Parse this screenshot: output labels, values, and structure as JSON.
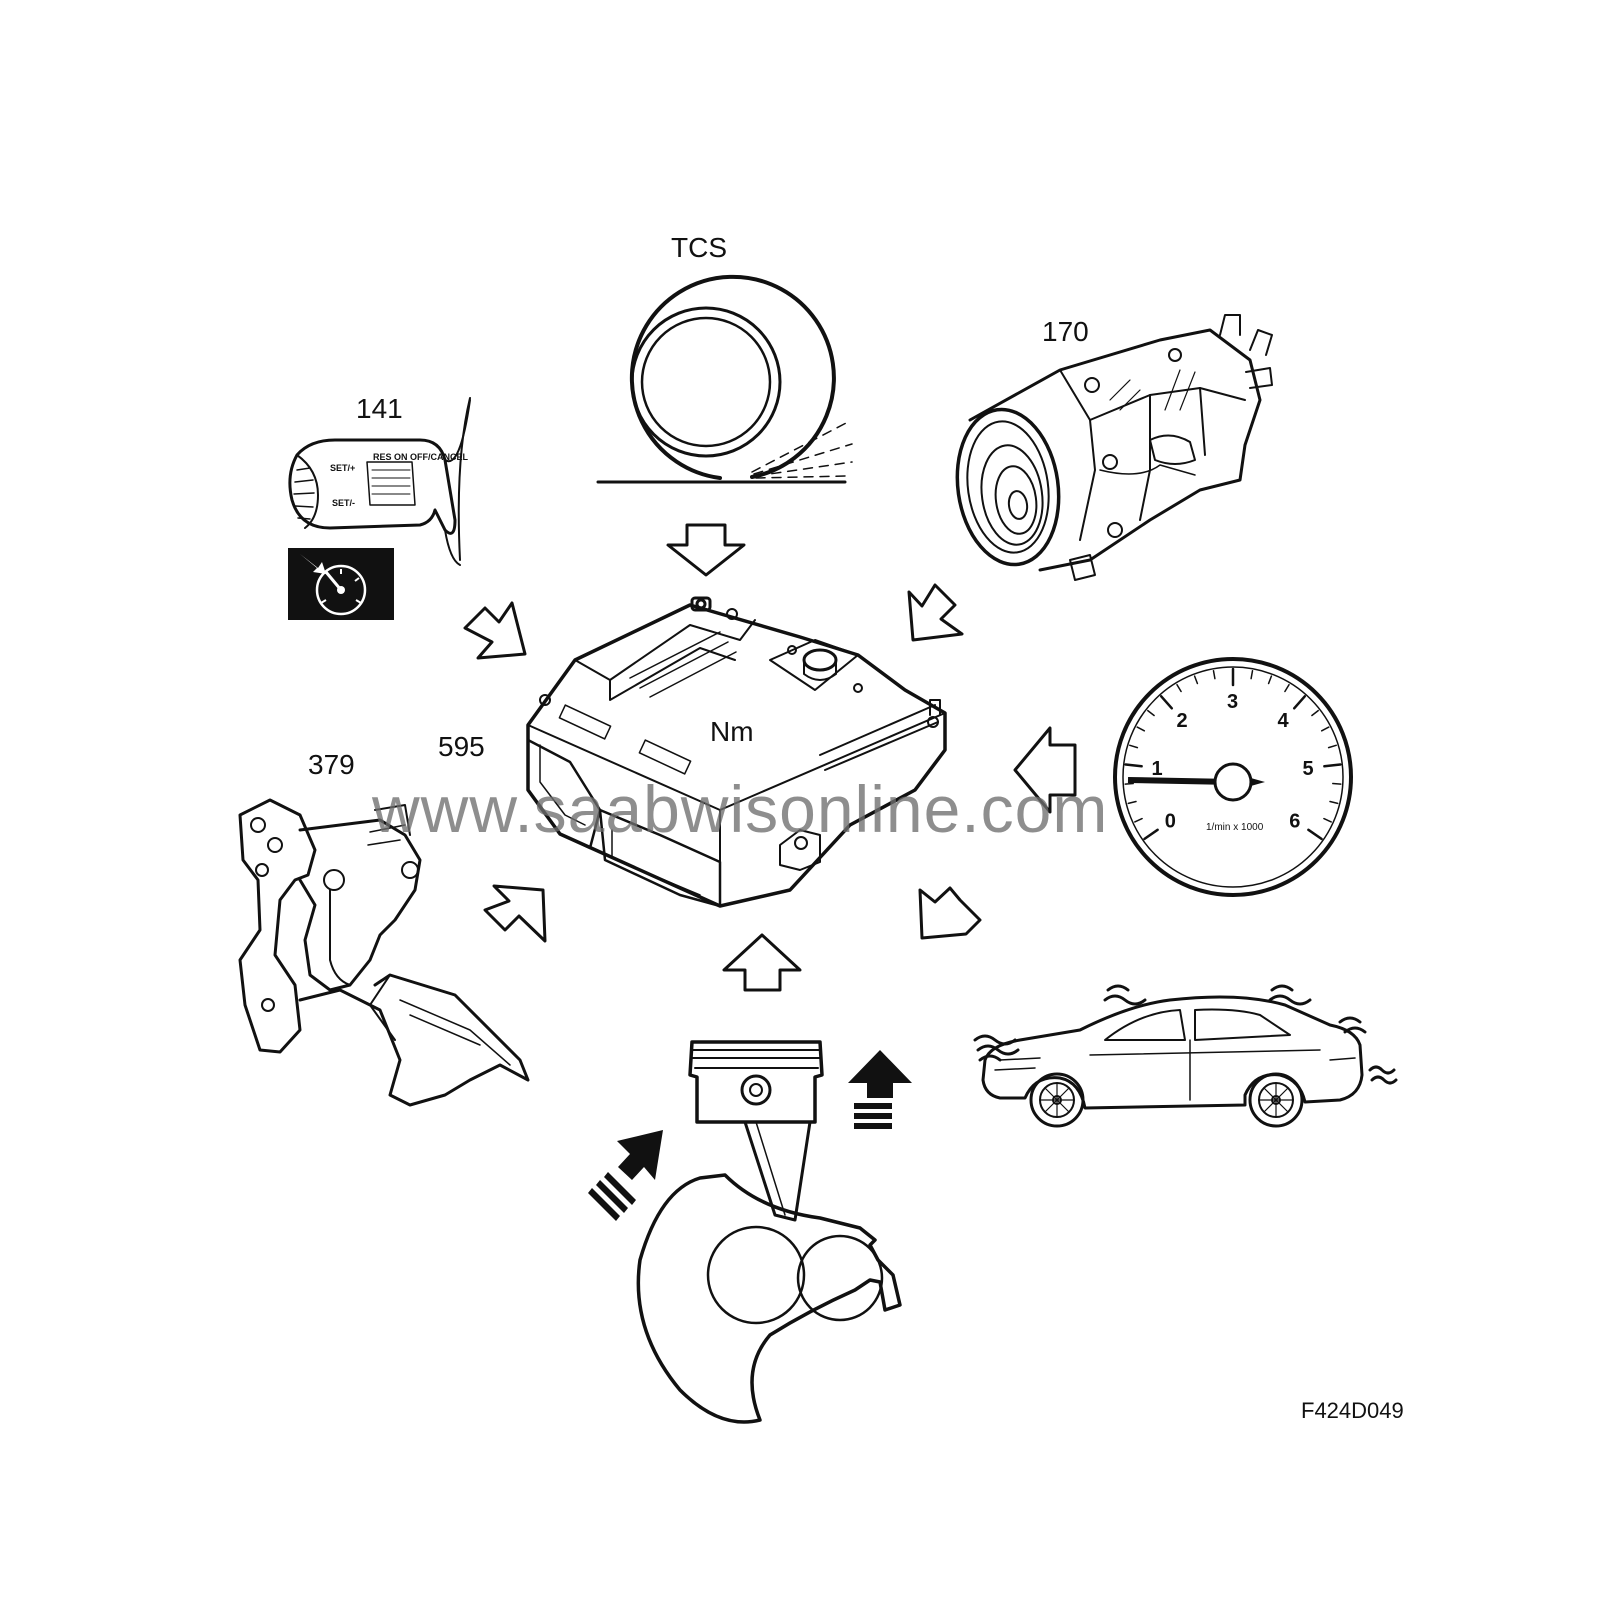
{
  "diagram": {
    "labels": {
      "tcs": "TCS",
      "compressor": "170",
      "cruise_control": "141",
      "accelerator_pedal": "379",
      "ecm": "595",
      "torque": "Nm",
      "figure_id": "F424D049"
    },
    "watermark": "www.saabwisonline.com",
    "cruise_lever": {
      "set_plus": "SET/+",
      "set_minus": "SET/-",
      "resume": "RES ON OFF/CANCEL"
    },
    "tachometer": {
      "numbers": [
        "0",
        "1",
        "2",
        "3",
        "4",
        "5",
        "6"
      ],
      "unit": "1/min x 1000"
    },
    "colors": {
      "line": "#111111",
      "background": "#ffffff",
      "watermark": "#6e6e6e"
    }
  }
}
